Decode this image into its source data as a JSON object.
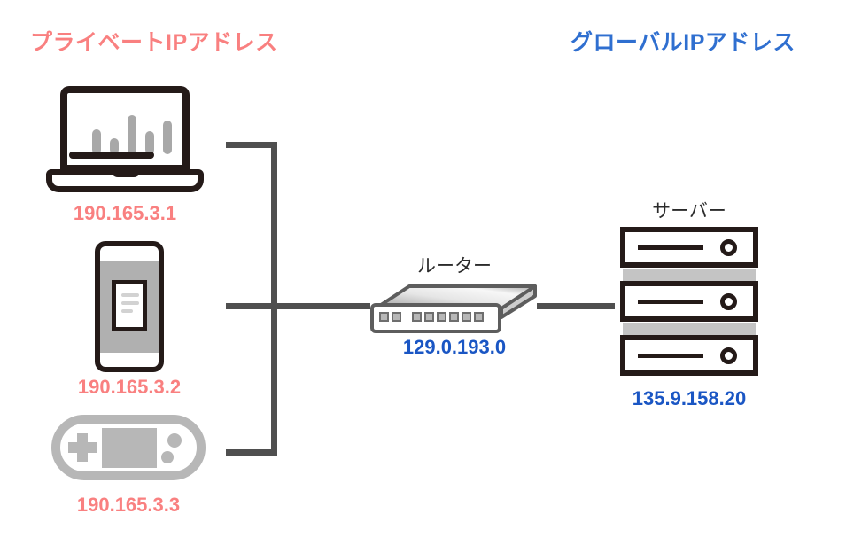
{
  "diagram": {
    "title_private": "プライベートIPアドレス",
    "title_global": "グローバルIPアドレス",
    "colors": {
      "private": "#f98080",
      "global_title": "#2f6fd0",
      "global_ip": "#1a56c4",
      "line": "#4f4f4f",
      "outline_dark": "#241a18",
      "gray": "#b7b7b7",
      "background": "#ffffff"
    }
  },
  "devices": {
    "laptop": {
      "icon": "laptop-icon",
      "ip": "190.165.3.1",
      "zone": "private",
      "chart_bars": [
        28,
        18,
        44,
        26,
        38
      ]
    },
    "phone": {
      "icon": "smartphone-icon",
      "ip": "190.165.3.2",
      "zone": "private"
    },
    "game": {
      "icon": "handheld-game-console-icon",
      "ip": "190.165.3.3",
      "zone": "private"
    },
    "router": {
      "icon": "router-icon",
      "caption": "ルーター",
      "ip": "129.0.193.0",
      "zone": "global",
      "port_groups": [
        2,
        6
      ]
    },
    "server": {
      "icon": "server-rack-icon",
      "caption": "サーバー",
      "ip": "135.9.158.20",
      "zone": "global",
      "rack_units": 3
    }
  }
}
